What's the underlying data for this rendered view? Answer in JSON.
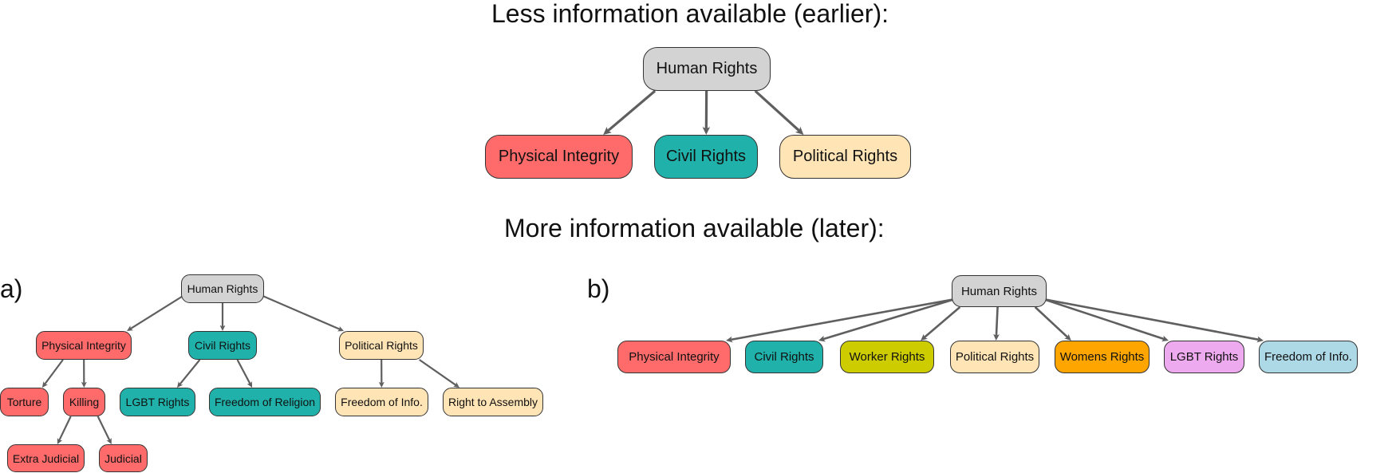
{
  "titles": {
    "earlier": "Less information available (earlier):",
    "later": "More information available (later):"
  },
  "panel_labels": {
    "a": "a)",
    "b": "b)"
  },
  "colors": {
    "root": "#d3d3d3",
    "physical_integrity": "#ff6b6b",
    "civil_rights": "#20b2aa",
    "political_rights": "#ffe4b5",
    "worker_rights": "#cccc00",
    "womens_rights": "#ffa500",
    "lgbt_rights_b": "#eeaaee",
    "freedom_of_info_b": "#add8e6",
    "edge": "#5f5f5f",
    "border": "#333333"
  },
  "earlier_tree": {
    "nodes": [
      {
        "id": "hr",
        "label": "Human Rights",
        "color": "root"
      },
      {
        "id": "pi",
        "label": "Physical Integrity",
        "color": "physical_integrity"
      },
      {
        "id": "cr",
        "label": "Civil Rights",
        "color": "civil_rights"
      },
      {
        "id": "pr",
        "label": "Political Rights",
        "color": "political_rights"
      }
    ],
    "edges": [
      [
        "hr",
        "pi"
      ],
      [
        "hr",
        "cr"
      ],
      [
        "hr",
        "pr"
      ]
    ]
  },
  "tree_a": {
    "nodes": [
      {
        "id": "hr",
        "label": "Human Rights",
        "color": "root"
      },
      {
        "id": "pi",
        "label": "Physical Integrity",
        "color": "physical_integrity"
      },
      {
        "id": "cr",
        "label": "Civil Rights",
        "color": "civil_rights"
      },
      {
        "id": "pr",
        "label": "Political Rights",
        "color": "political_rights"
      },
      {
        "id": "to",
        "label": "Torture",
        "color": "physical_integrity"
      },
      {
        "id": "ki",
        "label": "Killing",
        "color": "physical_integrity"
      },
      {
        "id": "lg",
        "label": "LGBT Rights",
        "color": "civil_rights"
      },
      {
        "id": "fr",
        "label": "Freedom of Religion",
        "color": "civil_rights"
      },
      {
        "id": "fi",
        "label": "Freedom of Info.",
        "color": "political_rights"
      },
      {
        "id": "ra",
        "label": "Right to Assembly",
        "color": "political_rights"
      },
      {
        "id": "ej",
        "label": "Extra Judicial",
        "color": "physical_integrity"
      },
      {
        "id": "ju",
        "label": "Judicial",
        "color": "physical_integrity"
      }
    ],
    "edges": [
      [
        "hr",
        "pi"
      ],
      [
        "hr",
        "cr"
      ],
      [
        "hr",
        "pr"
      ],
      [
        "pi",
        "to"
      ],
      [
        "pi",
        "ki"
      ],
      [
        "cr",
        "lg"
      ],
      [
        "cr",
        "fr"
      ],
      [
        "pr",
        "fi"
      ],
      [
        "pr",
        "ra"
      ],
      [
        "ki",
        "ej"
      ],
      [
        "ki",
        "ju"
      ]
    ]
  },
  "tree_b": {
    "nodes": [
      {
        "id": "hr",
        "label": "Human Rights",
        "color": "root"
      },
      {
        "id": "pi",
        "label": "Physical Integrity",
        "color": "physical_integrity"
      },
      {
        "id": "cr",
        "label": "Civil Rights",
        "color": "civil_rights"
      },
      {
        "id": "wr",
        "label": "Worker Rights",
        "color": "worker_rights"
      },
      {
        "id": "pr",
        "label": "Political Rights",
        "color": "political_rights"
      },
      {
        "id": "wo",
        "label": "Womens Rights",
        "color": "womens_rights"
      },
      {
        "id": "lg",
        "label": "LGBT Rights",
        "color": "lgbt_rights_b"
      },
      {
        "id": "fi",
        "label": "Freedom of Info.",
        "color": "freedom_of_info_b"
      }
    ],
    "edges": [
      [
        "hr",
        "pi"
      ],
      [
        "hr",
        "cr"
      ],
      [
        "hr",
        "wr"
      ],
      [
        "hr",
        "pr"
      ],
      [
        "hr",
        "wo"
      ],
      [
        "hr",
        "lg"
      ],
      [
        "hr",
        "fi"
      ]
    ]
  }
}
